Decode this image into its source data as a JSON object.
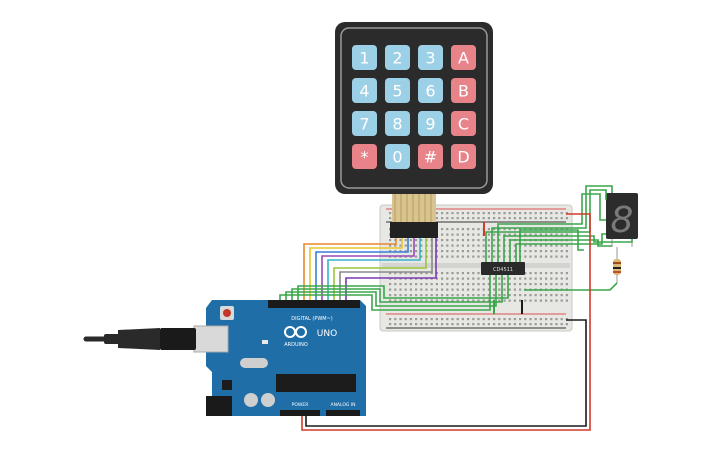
{
  "keypad": {
    "rows": [
      [
        {
          "label": "1",
          "kind": "num"
        },
        {
          "label": "2",
          "kind": "num"
        },
        {
          "label": "3",
          "kind": "num"
        },
        {
          "label": "A",
          "kind": "letter"
        }
      ],
      [
        {
          "label": "4",
          "kind": "num"
        },
        {
          "label": "5",
          "kind": "num"
        },
        {
          "label": "6",
          "kind": "num"
        },
        {
          "label": "B",
          "kind": "letter"
        }
      ],
      [
        {
          "label": "7",
          "kind": "num"
        },
        {
          "label": "8",
          "kind": "num"
        },
        {
          "label": "9",
          "kind": "num"
        },
        {
          "label": "C",
          "kind": "letter"
        }
      ],
      [
        {
          "label": "*",
          "kind": "letter"
        },
        {
          "label": "0",
          "kind": "num"
        },
        {
          "label": "#",
          "kind": "letter"
        },
        {
          "label": "D",
          "kind": "letter"
        }
      ]
    ]
  },
  "ic": {
    "label": "CD4511"
  },
  "seven_segment": {
    "digit": "8"
  },
  "arduino": {
    "model": "UNO",
    "brand": "ARDUINO",
    "digital_header_label": "DIGITAL (PWM~)",
    "power_label": "POWER",
    "analog_label": "ANALOG IN"
  },
  "colors": {
    "num_key": "#9cd0e6",
    "letter_key": "#e8838a",
    "keypad_body": "#2b2b2b",
    "board": "#1f6ea8",
    "wire_green": "#3aa64a",
    "wire_red": "#d23a2a",
    "wire_black": "#1a1a1a"
  }
}
